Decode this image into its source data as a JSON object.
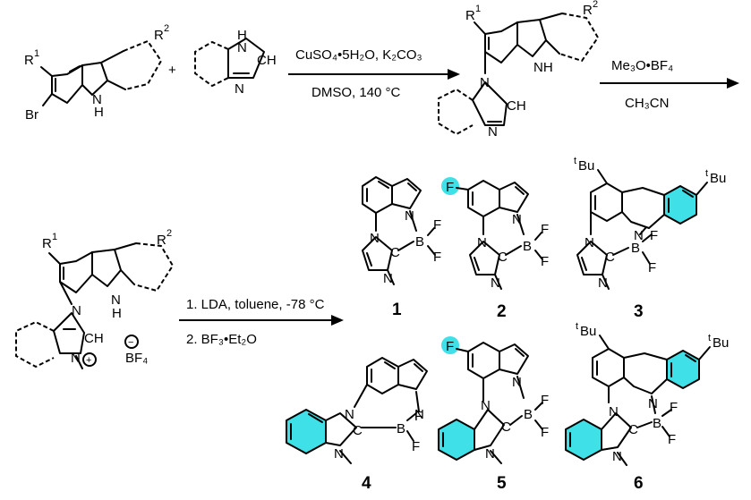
{
  "colors": {
    "highlight": "#3fe0e8",
    "ink": "#000000",
    "background": "#ffffff"
  },
  "step1": {
    "reagent": "CuSO₄•5H₂O, K₂CO₃",
    "conditions": "DMSO, 140 °C",
    "plus": "+"
  },
  "step2": {
    "reagent": "Me₃O•BF₄",
    "solvent": "CH₃CN"
  },
  "step3": {
    "line1": "1. LDA, toluene, -78 °C",
    "line2": "2. BF₃•Et₂O"
  },
  "labels": {
    "r1": "R",
    "r1_sup": "1",
    "r2": "R",
    "r2_sup": "2",
    "br": "Br",
    "nh": "NH",
    "h": "H",
    "n": "N",
    "ch": "CH",
    "c": "C",
    "b": "B",
    "f": "F",
    "tbu_prefix": "t",
    "tbu": "Bu",
    "plus_charge": "+",
    "minus_charge": "−",
    "bf4": "BF₄"
  },
  "compounds": [
    "1",
    "2",
    "3",
    "4",
    "5",
    "6"
  ]
}
